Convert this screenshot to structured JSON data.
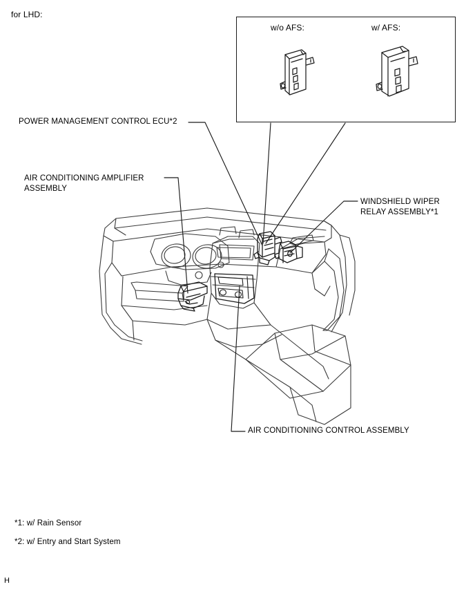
{
  "page": {
    "heading": "for LHD:",
    "corner_marker": "H"
  },
  "inset": {
    "options": [
      {
        "label": "w/o AFS:",
        "icon": "ecu-module-narrow-icon"
      },
      {
        "label": "w/ AFS:",
        "icon": "ecu-module-wide-icon"
      }
    ]
  },
  "callouts": [
    {
      "id": "power-management-control-ecu",
      "text": "POWER MANAGEMENT CONTROL ECU*2"
    },
    {
      "id": "air-conditioning-amplifier-assembly",
      "line1": "AIR CONDITIONING AMPLIFIER",
      "line2": "ASSEMBLY"
    },
    {
      "id": "windshield-wiper-relay-assembly",
      "line1": "WINDSHIELD WIPER",
      "line2": "RELAY ASSEMBLY*1"
    },
    {
      "id": "air-conditioning-control-assembly",
      "text": "AIR CONDITIONING CONTROL ASSEMBLY"
    }
  ],
  "footnotes": [
    {
      "marker": "*1",
      "text": "*1: w/ Rain Sensor"
    },
    {
      "marker": "*2",
      "text": "*2: w/ Entry and Start System"
    }
  ],
  "colors": {
    "line": "#1b1b1b",
    "text": "#000000",
    "background": "#ffffff",
    "artwork_line": "#3a3a3a"
  }
}
